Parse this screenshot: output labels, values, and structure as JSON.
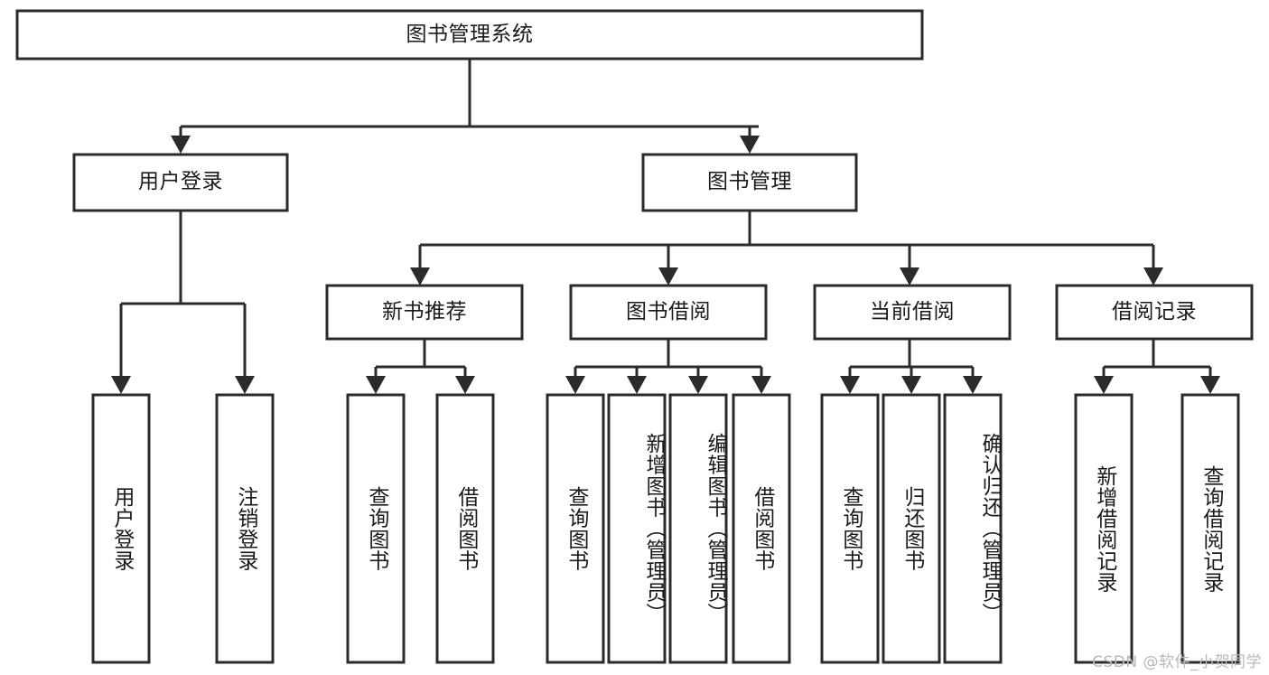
{
  "diagram": {
    "type": "tree-hierarchy",
    "title": "图书管理系统",
    "watermark": "CSDN @软件_小贺同学",
    "colors": {
      "box_stroke": "#2b2b2b",
      "box_fill": "#ffffff",
      "text": "#1a1a1a",
      "background": "#ffffff",
      "watermark": "#b9b9b9"
    },
    "levels": {
      "root": {
        "label": "图书管理系统"
      },
      "level2": [
        {
          "label": "用户登录"
        },
        {
          "label": "图书管理"
        }
      ],
      "level3": [
        {
          "label": "新书推荐"
        },
        {
          "label": "图书借阅"
        },
        {
          "label": "当前借阅"
        },
        {
          "label": "借阅记录"
        }
      ],
      "leaves": {
        "user_login": [
          {
            "label": "用户登录"
          },
          {
            "label": "注销登录"
          }
        ],
        "new_book_recommend": [
          {
            "label": "查询图书"
          },
          {
            "label": "借阅图书"
          }
        ],
        "book_borrow": [
          {
            "label": "查询图书"
          },
          {
            "label": "新增图书（管理员）"
          },
          {
            "label": "编辑图书（管理员）"
          },
          {
            "label": "借阅图书"
          }
        ],
        "current_borrow": [
          {
            "label": "查询图书"
          },
          {
            "label": "归还图书"
          },
          {
            "label": "确认归还（管理员）"
          }
        ],
        "borrow_records": [
          {
            "label": "新增借阅记录"
          },
          {
            "label": "查询借阅记录"
          }
        ]
      }
    }
  }
}
